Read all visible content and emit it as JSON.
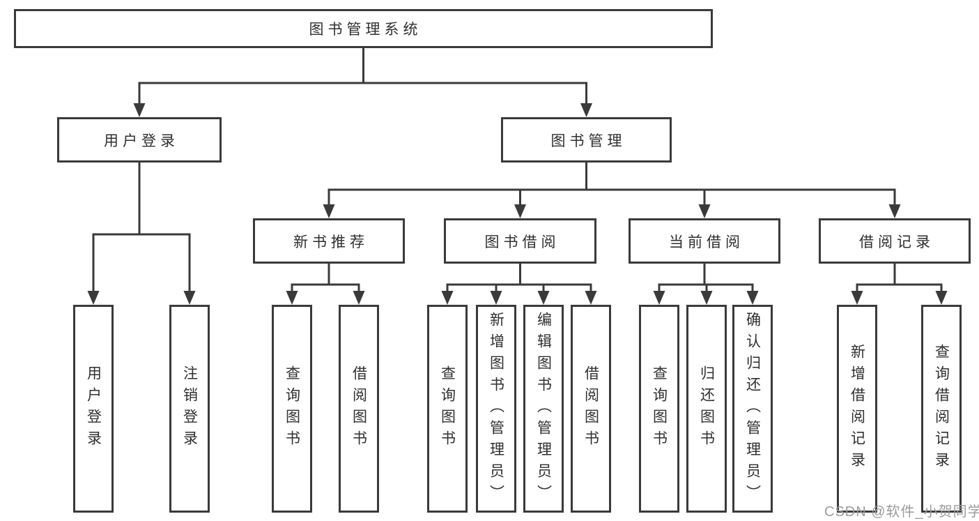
{
  "diagram": {
    "title": "图书管理系统",
    "nodes": {
      "root": {
        "label": "图书管理系统"
      },
      "level2": [
        {
          "label": "用户登录"
        },
        {
          "label": "图书管理"
        }
      ],
      "level3": [
        {
          "label": "新书推荐"
        },
        {
          "label": "图书借阅"
        },
        {
          "label": "当前借阅"
        },
        {
          "label": "借阅记录"
        }
      ],
      "leaves": {
        "login": [
          "用户登录",
          "注销登录"
        ],
        "recommend": [
          "查询图书",
          "借阅图书"
        ],
        "borrow": [
          "查询图书",
          "新增图书（管理员）",
          "编辑图书（管理员）",
          "借阅图书"
        ],
        "current": [
          "查询图书",
          "归还图书",
          "确认归还（管理员）"
        ],
        "records": [
          "新增借阅记录",
          "查询借阅记录"
        ]
      }
    },
    "edges": [
      "图书管理系统→用户登录",
      "图书管理系统→图书管理",
      "用户登录→用户登录",
      "用户登录→注销登录",
      "图书管理→新书推荐",
      "图书管理→图书借阅",
      "图书管理→当前借阅",
      "图书管理→借阅记录",
      "新书推荐→查询图书",
      "新书推荐→借阅图书",
      "图书借阅→查询图书",
      "图书借阅→新增图书（管理员）",
      "图书借阅→编辑图书（管理员）",
      "图书借阅→借阅图书",
      "当前借阅→查询图书",
      "当前借阅→归还图书",
      "当前借阅→确认归还（管理员）",
      "借阅记录→新增借阅记录",
      "借阅记录→查询借阅记录"
    ]
  },
  "watermark": {
    "text": "CSDN @软件_小贺同学"
  },
  "colors": {
    "line": "#3a3a3a",
    "box_border": "#3a3a3a",
    "text": "#2f2f2f",
    "watermark": "#9b9b9b",
    "background": "#ffffff"
  }
}
